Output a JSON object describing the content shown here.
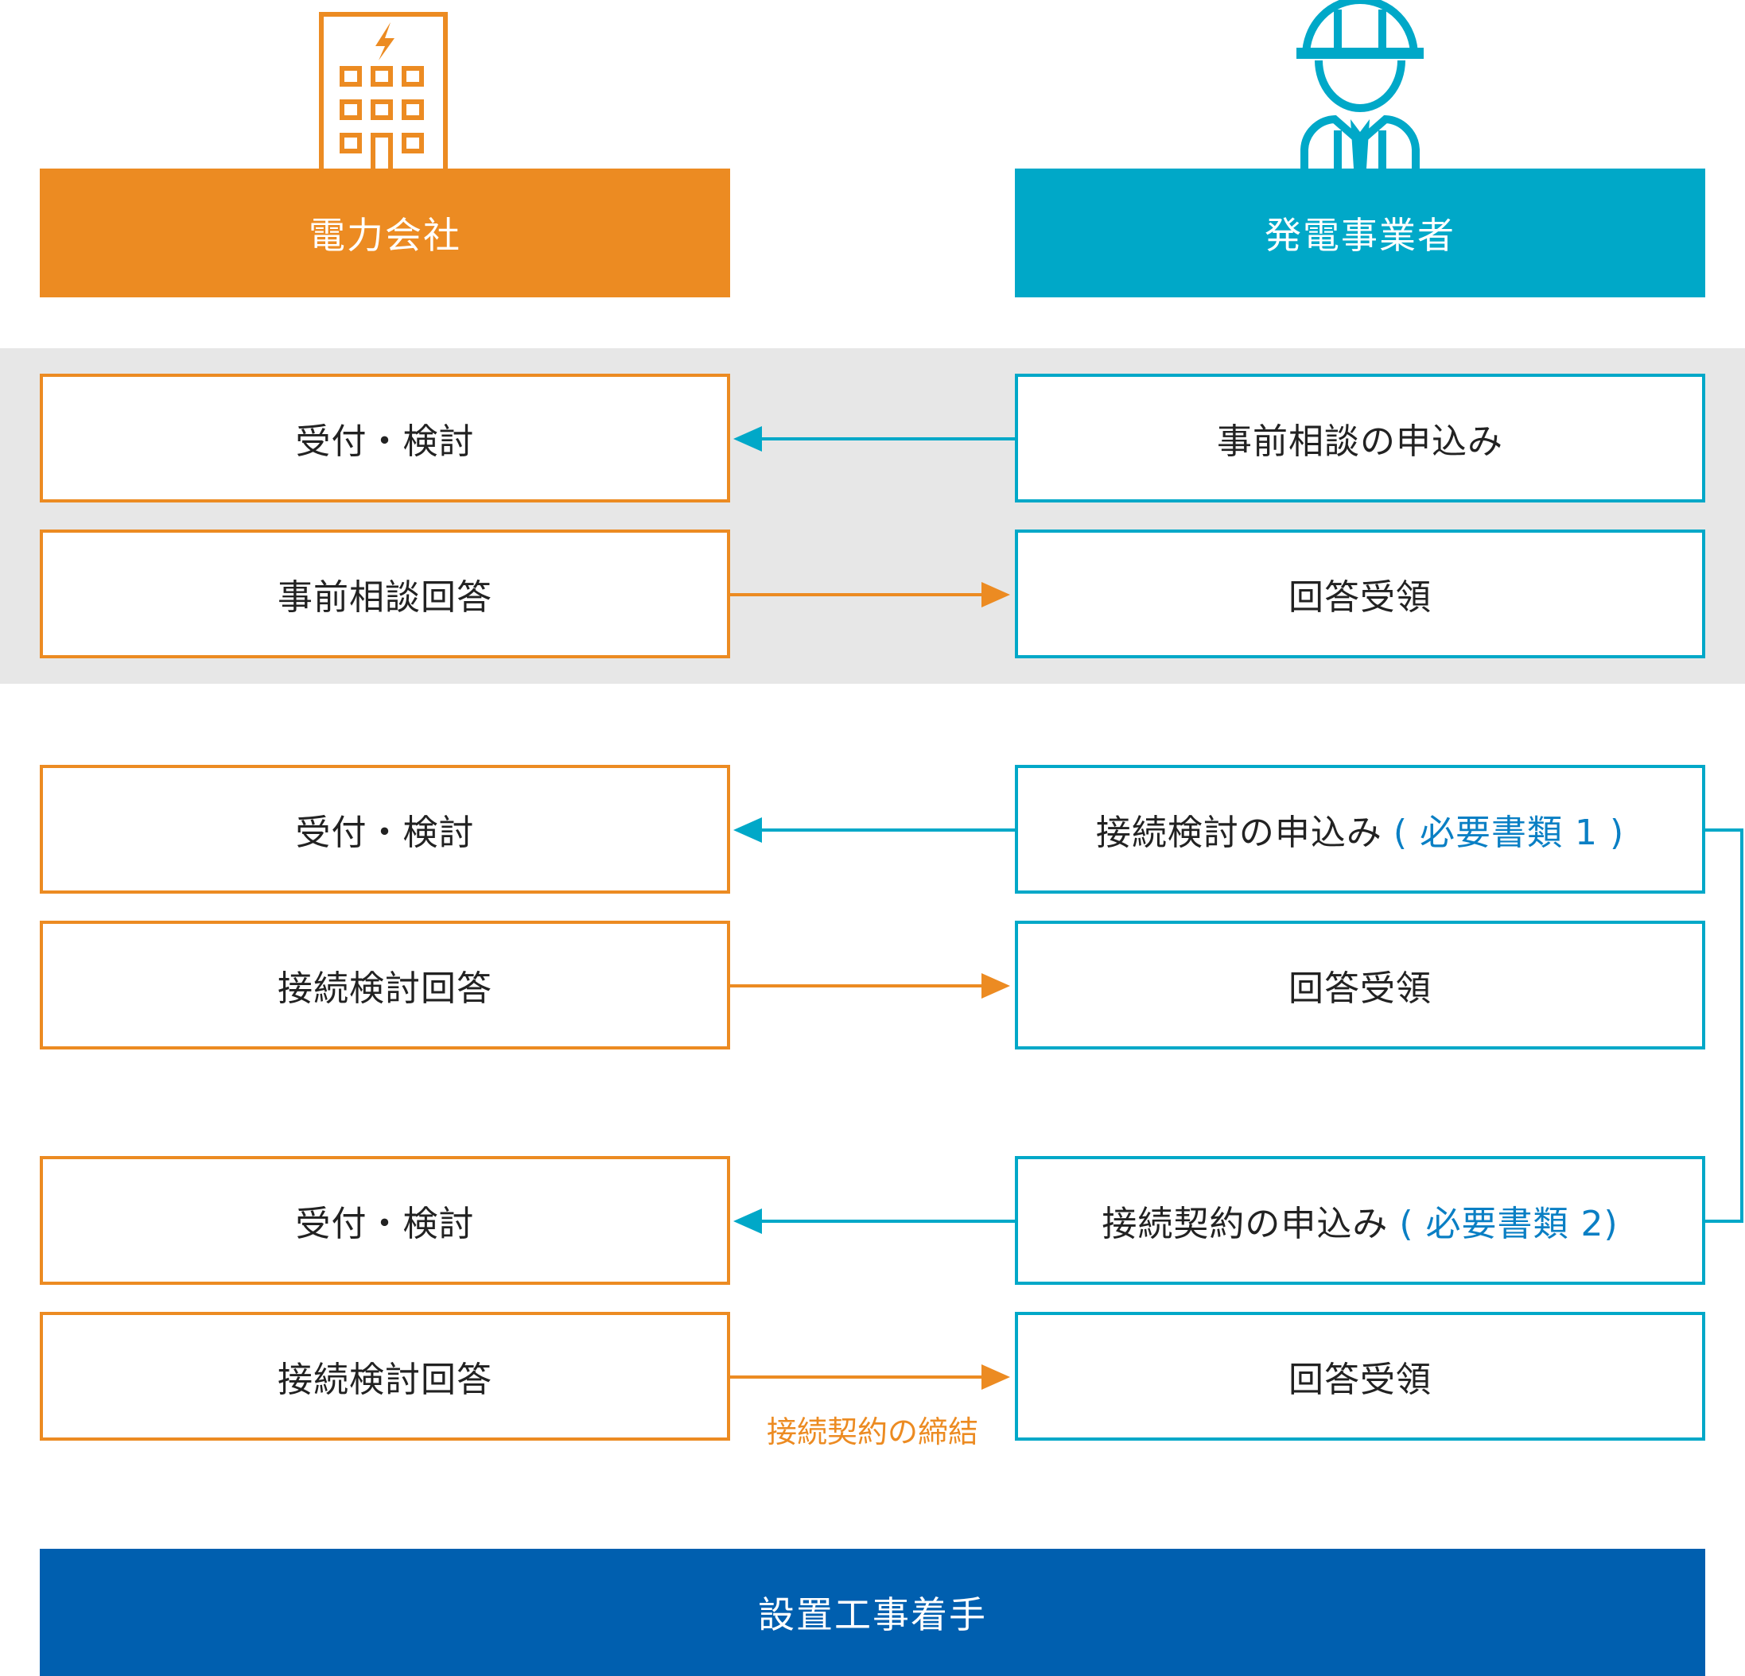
{
  "colors": {
    "utility_orange": "#ec8b22",
    "producer_cyan": "#00a8c8",
    "final_blue": "#005faf",
    "band_gray": "#e7e7e7",
    "note_blue": "#0a7fc4"
  },
  "header": {
    "utility": {
      "label": "電力会社",
      "icon": "building-icon"
    },
    "producer": {
      "label": "発電事業者",
      "icon": "worker-icon"
    }
  },
  "steps": {
    "consult": {
      "utility_1": "受付・検討",
      "producer_1": "事前相談の申込み",
      "utility_2": "事前相談回答",
      "producer_2": "回答受領"
    },
    "study": {
      "utility_1": "受付・検討",
      "producer_1": "接続検討の申込み",
      "producer_1_note": "( 必要書類 1 )",
      "utility_2": "接続検討回答",
      "producer_2": "回答受領"
    },
    "contract": {
      "utility_1": "受付・検討",
      "producer_1": "接続契約の申込み",
      "producer_1_note": "( 必要書類 2)",
      "utility_2": "接続検討回答",
      "producer_2": "回答受領",
      "arrow_caption": "接続契約の締結"
    }
  },
  "final": {
    "label": "設置工事着手"
  }
}
